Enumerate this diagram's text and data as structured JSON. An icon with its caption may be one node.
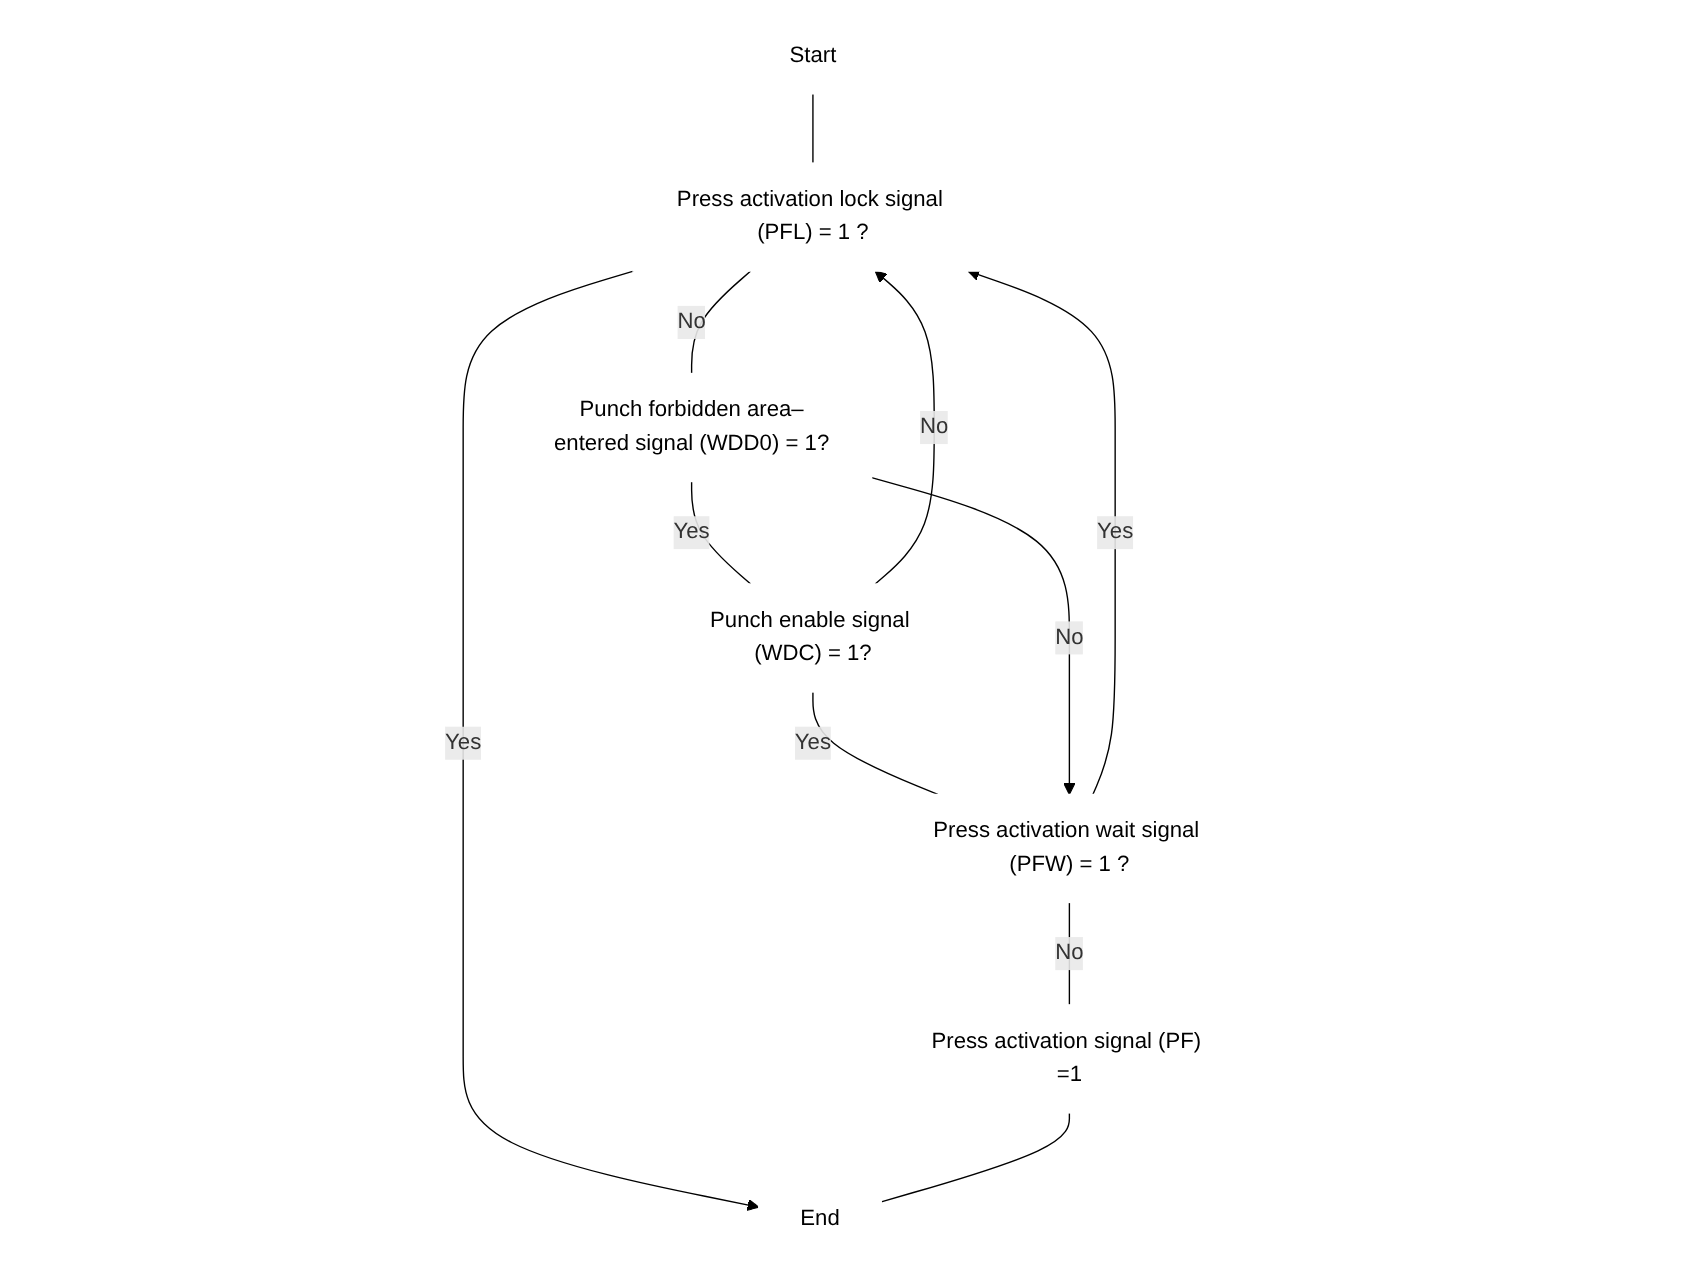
{
  "diagram": {
    "nodes": [
      {
        "text": [
          "Start"
        ]
      },
      {
        "text": [
          "Press activation lock signal (PFL) = 1 ?"
        ]
      },
      {
        "text": [
          "Punch forbidden area–entered signal (WDD0) = 1?"
        ]
      },
      {
        "text": [
          "Punch enable signal (WDC) = 1?"
        ]
      },
      {
        "text": [
          "Press activation wait signal (PFW) = 1 ?"
        ]
      },
      {
        "text": [
          "Press activation signal (PF) =1"
        ]
      },
      {
        "text": [
          "End"
        ]
      }
    ],
    "edges": [
      {
        "from": 0,
        "to": 1,
        "arrow": "none"
      },
      {
        "from": 1,
        "to": 2,
        "arrow": "none",
        "label": "No"
      },
      {
        "from": 2,
        "to": 3,
        "arrow": "none",
        "label": "Yes"
      },
      {
        "from": 3,
        "to": 4,
        "arrow": "none",
        "label": "Yes"
      },
      {
        "from": 2,
        "to": 4,
        "arrow": "to",
        "label": "No"
      },
      {
        "from": 3,
        "to": 1,
        "arrow": "to",
        "label": "No"
      },
      {
        "from": 4,
        "to": 1,
        "arrow": "to",
        "label": "Yes"
      },
      {
        "from": 1,
        "to": 6,
        "arrow": "to",
        "label": "Yes"
      },
      {
        "from": 4,
        "to": 5,
        "arrow": "none",
        "label": "No"
      },
      {
        "from": 5,
        "to": 6,
        "arrow": "none"
      }
    ]
  }
}
